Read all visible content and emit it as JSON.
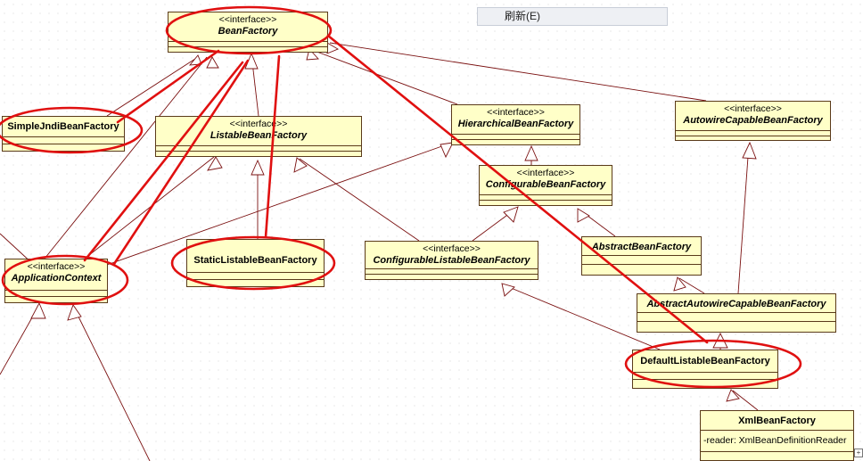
{
  "toolbar": {
    "refresh_label": "刷新(E)"
  },
  "diagram": {
    "classes": {
      "bean_factory": {
        "stereotype": "<<interface>>",
        "name": "BeanFactory"
      },
      "simple_jndi": {
        "name": "SimpleJndiBeanFactory"
      },
      "listable": {
        "stereotype": "<<interface>>",
        "name": "ListableBeanFactory"
      },
      "hierarchical": {
        "stereotype": "<<interface>>",
        "name": "HierarchicalBeanFactory"
      },
      "autowire_capable": {
        "stereotype": "<<interface>>",
        "name": "AutowireCapableBeanFactory"
      },
      "configurable": {
        "stereotype": "<<interface>>",
        "name": "ConfigurableBeanFactory"
      },
      "application_context": {
        "stereotype": "<<interface>>",
        "name": "ApplicationContext"
      },
      "static_listable": {
        "name": "StaticListableBeanFactory"
      },
      "configurable_listable": {
        "stereotype": "<<interface>>",
        "name": "ConfigurableListableBeanFactory"
      },
      "abstract_bean_factory": {
        "name": "AbstractBeanFactory"
      },
      "abstract_autowire": {
        "name": "AbstractAutowireCapableBeanFactory"
      },
      "default_listable": {
        "name": "DefaultListableBeanFactory"
      },
      "xml_bean_factory": {
        "name": "XmlBeanFactory",
        "attribute": "-reader: XmlBeanDefinitionReader"
      }
    }
  },
  "colors": {
    "class_fill": "#ffffc8",
    "class_border": "#5a3a1a",
    "relation_line": "#7a1010",
    "annotation": "#e01010"
  }
}
